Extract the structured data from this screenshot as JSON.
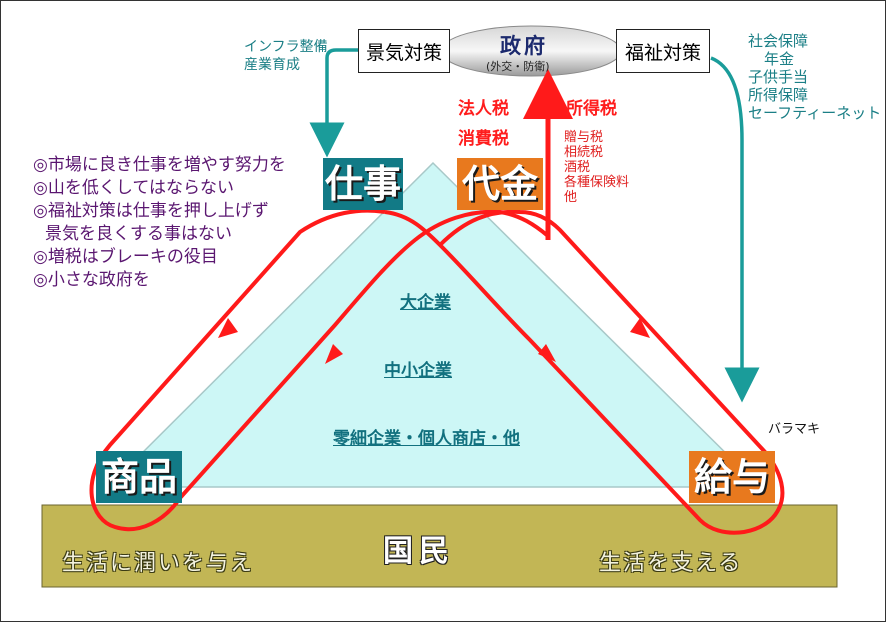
{
  "government": {
    "title": "政府",
    "subtitle": "(外交・防衛)"
  },
  "left_policy_label": "景気対策",
  "right_policy_label": "福祉対策",
  "left_note": [
    "インフラ整備",
    "産業育成"
  ],
  "right_note": [
    "社会保障",
    "年金",
    "子供手当",
    "所得保障",
    "セーフティーネット"
  ],
  "taxes_main": {
    "corporate": "法人税",
    "consumption": "消費税",
    "income": "所得税"
  },
  "taxes_other": [
    "贈与税",
    "相続税",
    "酒税",
    "各種保険料",
    "他"
  ],
  "principles": [
    "◎市場に良き仕事を増やす努力を",
    "◎山を低くしてはならない",
    "◎福祉対策は仕事を押し上げず",
    "景気を良くする事はない",
    "◎増税はブレーキの役目",
    "◎小さな政府を"
  ],
  "nodes": {
    "work": "仕事",
    "payment": "代金",
    "goods": "商品",
    "salary": "給与"
  },
  "tiers": [
    "大企業",
    "中小企業",
    "零細企業・個人商店・他"
  ],
  "people": "国民",
  "bottom_left": "生活に潤いを与え",
  "bottom_right": "生活を支える",
  "handout_label": "バラマキ",
  "colors": {
    "teal_box": "#127a86",
    "orange_box": "#e8791e",
    "flow_red": "#ff1a1a",
    "teal_arrow": "#1a9c9a",
    "triangle_fill": "#cdf7f6",
    "base_fill": "#c2b655"
  }
}
